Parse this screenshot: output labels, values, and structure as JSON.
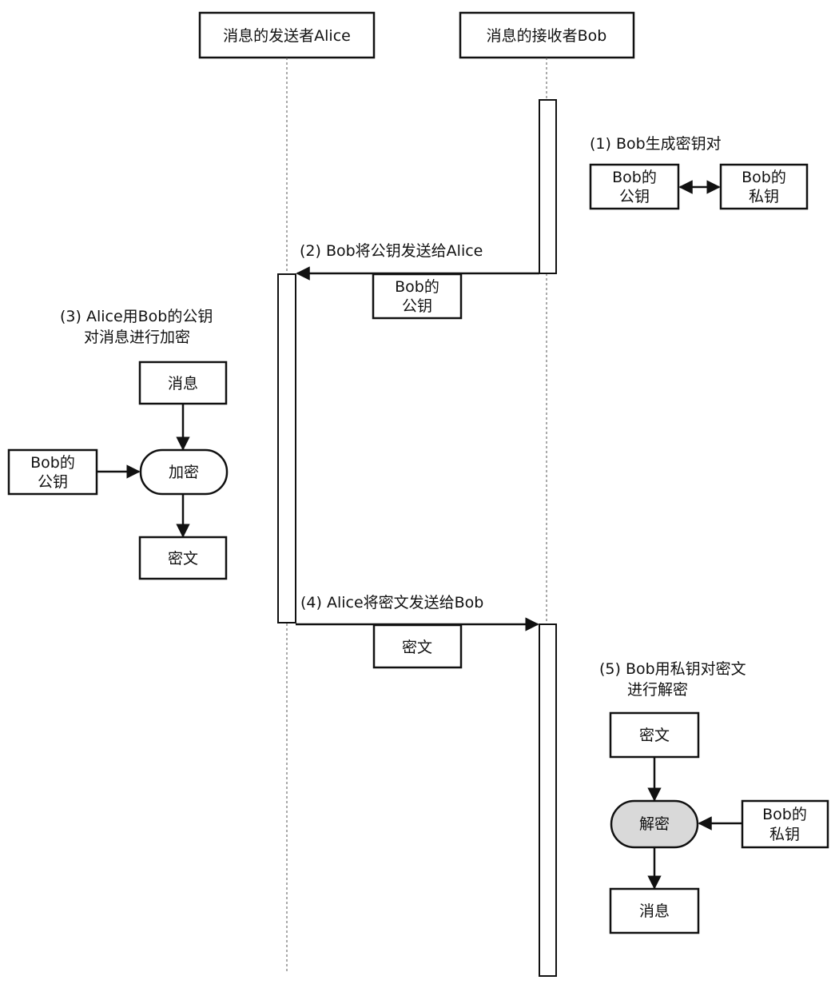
{
  "participants": {
    "sender": "消息的发送者Alice",
    "receiver": "消息的接收者Bob"
  },
  "steps": {
    "step1": "(1) Bob生成密钥对",
    "step2": "(2) Bob将公钥发送给Alice",
    "step3_line1": "(3) Alice用Bob的公钥",
    "step3_line2": "对消息进行加密",
    "step4": "(4) Alice将密文发送给Bob",
    "step5_line1": "(5) Bob用私钥对密文",
    "step5_line2": "进行解密"
  },
  "boxes": {
    "bob_public_key_line1": "Bob的",
    "bob_public_key_line2": "公钥",
    "bob_private_key_line1": "Bob的",
    "bob_private_key_line2": "私钥",
    "message": "消息",
    "ciphertext": "密文",
    "encrypt": "加密",
    "decrypt": "解密"
  },
  "colors": {
    "line": "#111111",
    "decrypt_fill": "#d9d9d9",
    "background": "#ffffff"
  }
}
